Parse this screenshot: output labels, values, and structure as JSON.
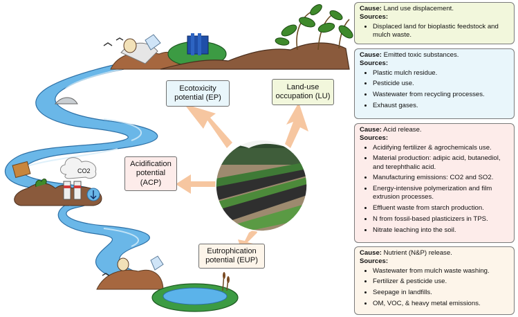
{
  "panels": {
    "land_use": {
      "cause_label": "Cause:",
      "cause": "Land use displacement.",
      "sources_label": "Sources:",
      "sources": [
        "Displaced land for bioplastic feedstock and mulch waste."
      ]
    },
    "toxic": {
      "cause_label": "Cause:",
      "cause": "Emitted toxic substances.",
      "sources_label": "Sources:",
      "sources": [
        "Plastic mulch residue.",
        "Pesticide use.",
        "Wastewater from recycling processes.",
        "Exhaust gases."
      ]
    },
    "acid": {
      "cause_label": "Cause:",
      "cause": "Acid release.",
      "sources_label": "Sources:",
      "sources": [
        "Acidifying fertilizer & agrochemicals use.",
        "Material production: adipic acid, butanediol, and terephthalic acid.",
        "Manufacturing emissions: CO2 and SO2.",
        "Energy-intensive polymerization and film extrusion processes.",
        "Effluent waste from starch production.",
        "N from fossil-based plasticizers in TPS.",
        "Nitrate leaching into the soil."
      ]
    },
    "nutrient": {
      "cause_label": "Cause:",
      "cause": "Nutrient (N&P) release.",
      "sources_label": "Sources:",
      "sources": [
        "Wastewater from mulch waste washing.",
        "Fertilizer & pesticide use.",
        "Seepage in landfills.",
        "OM, VOC, & heavy metal emissions."
      ]
    }
  },
  "labels": {
    "ep_line1": "Ecotoxicity",
    "ep_line2": "potential (EP)",
    "lu_line1": "Land-use",
    "lu_line2": "occupation (LU)",
    "acp_line1": "Acidification",
    "acp_line2": "potential",
    "acp_line3": "(ACP)",
    "eup_line1": "Eutrophication",
    "eup_line2": "potential (EUP)"
  },
  "cloud_text": "CO2",
  "colors": {
    "panel_land_use": "#f2f7dc",
    "panel_toxic": "#e9f6fb",
    "panel_acid": "#fdecea",
    "panel_nutrient": "#fdf5ea",
    "label_ep": "#e9f6fb",
    "label_lu": "#f2f7dc",
    "label_acp": "#fdecea",
    "label_eup": "#fdf5ea",
    "arrow": "#f6c6a0",
    "river": "#6ab7e8",
    "soil": "#8a5a3c"
  }
}
